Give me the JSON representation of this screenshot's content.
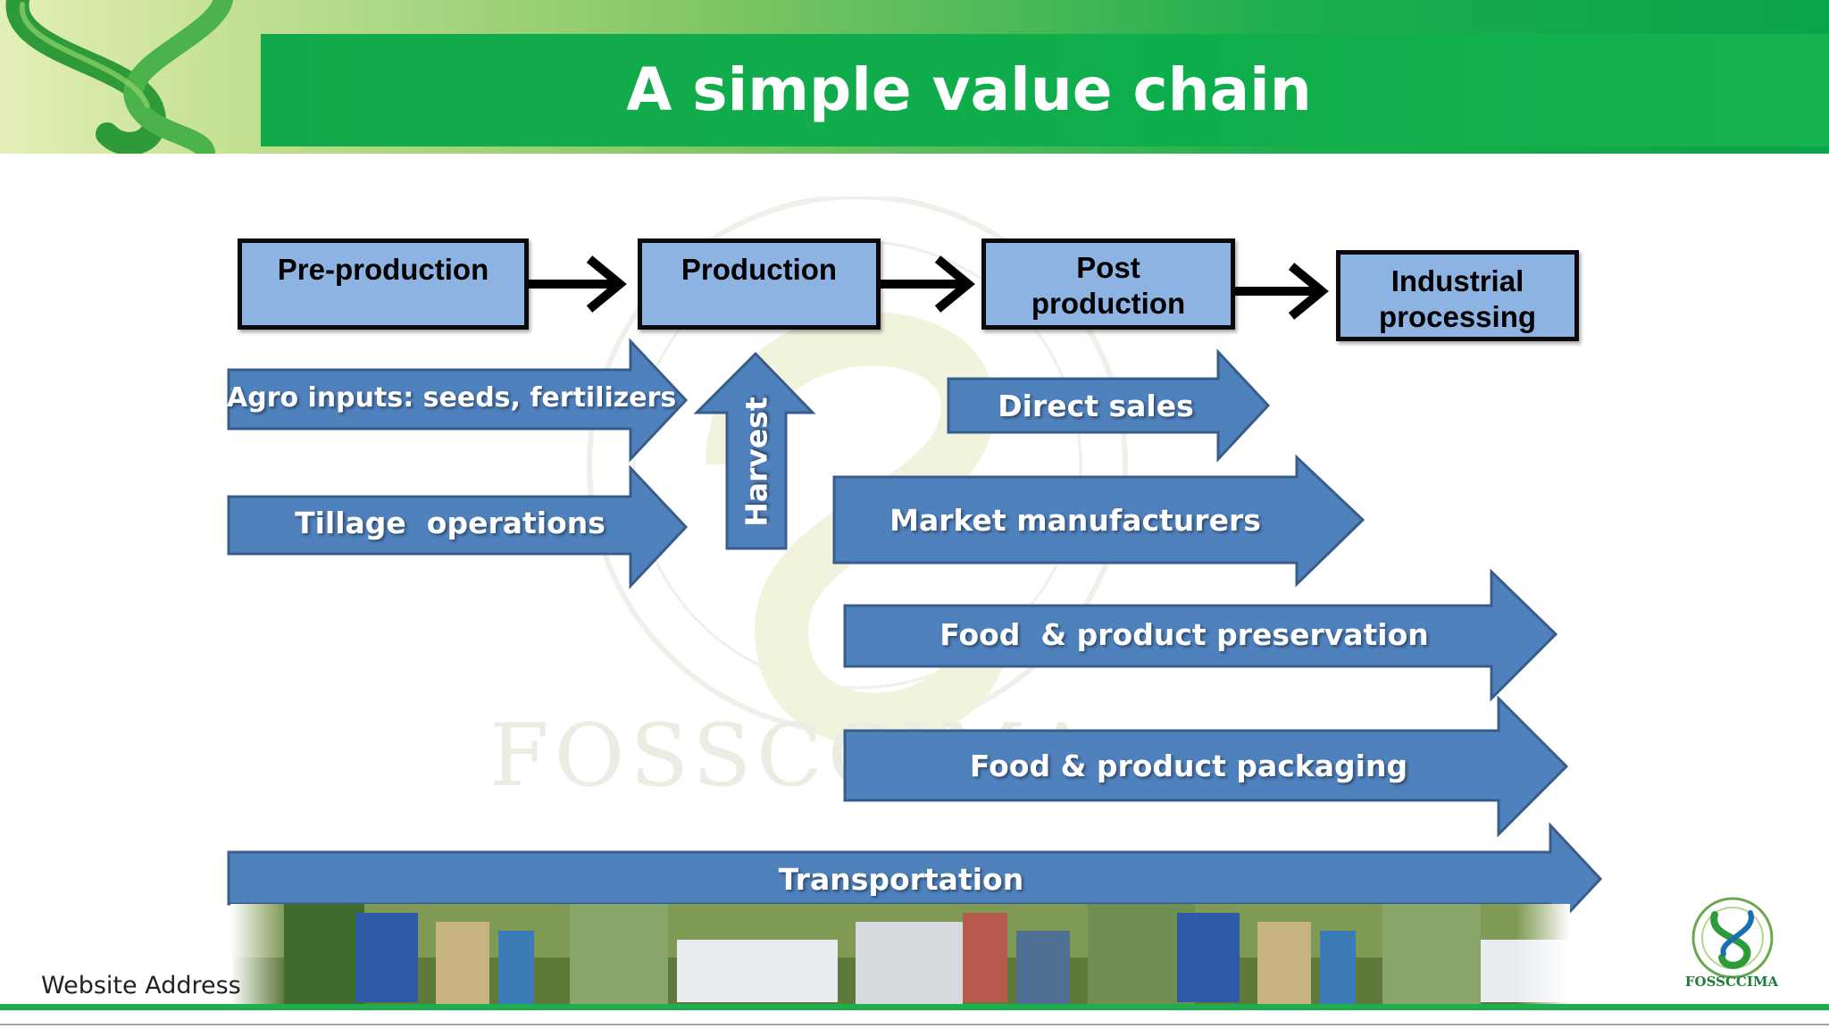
{
  "title": "A simple value chain",
  "stages": [
    {
      "label": "Pre-production"
    },
    {
      "label": "Production"
    },
    {
      "label": "Post\nproduction"
    },
    {
      "label": "Industrial\nprocessing"
    }
  ],
  "activities": {
    "agro_inputs": "Agro inputs: seeds, fertilizers",
    "tillage": "Tillage  operations",
    "harvest": "Harvest",
    "direct_sales": "Direct sales",
    "market_manufacturers": "Market manufacturers",
    "preservation": "Food  & product preservation",
    "packaging": "Food & product packaging",
    "transportation": "Transportation"
  },
  "watermark_text": "FOSSCCIMA",
  "footer": {
    "website": "Website Address",
    "logo_text": "FOSSCCIMA"
  },
  "colors": {
    "header_green": "#0fae4c",
    "stage_fill": "#8db3e2",
    "arrow_fill": "#4f81bd",
    "arrow_border": "#385d8a"
  }
}
